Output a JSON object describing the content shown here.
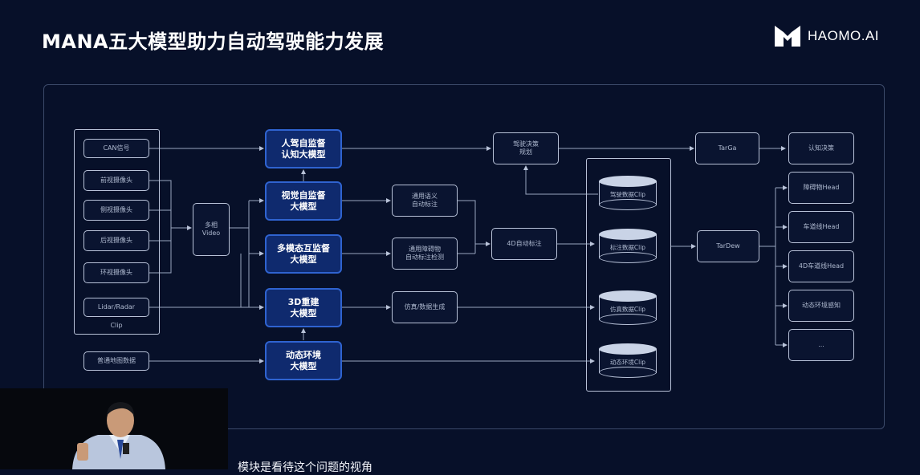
{
  "slide": {
    "title": "MANA五大模型助力自动驾驶能力发展",
    "brand": "HAOMO.AI"
  },
  "sensors": {
    "can": "CAN信号",
    "cam1": "前视摄像头",
    "cam2": "侧视摄像头",
    "cam3": "后视摄像头",
    "cam4": "环视摄像头",
    "lidar": "Lidar/Radar",
    "clip": "Clip",
    "map": "普通地图数据"
  },
  "video_box": "多相\nVideo",
  "models": {
    "m1": "人驾自监督\n认知大模型",
    "m2": "视觉自监督\n大模型",
    "m3": "多模态互监督\n大模型",
    "m4": "3D重建\n大模型",
    "m5": "动态环境\n大模型"
  },
  "processes": {
    "p1": "驾驶决策\n规划",
    "p2": "通用语义\n自动标注",
    "p3": "通用障碍物\n自动标注检测",
    "p4": "仿真/数据生成",
    "p5": "4D自动标注"
  },
  "databases": {
    "d1": "驾驶数据Clip",
    "d2": "标注数据Clip",
    "d3": "仿真数据Clip",
    "d4": "动态环境Clip"
  },
  "nets": {
    "tarda": "TarGa",
    "tardew": "TarDew"
  },
  "outputs": {
    "o1": "认知决策",
    "o2": "障碍物Head",
    "o3": "车道线Head",
    "o4": "4D车道线Head",
    "o5": "动态环境感知",
    "o6": "..."
  },
  "caption": "模块是看待这个问题的视角"
}
